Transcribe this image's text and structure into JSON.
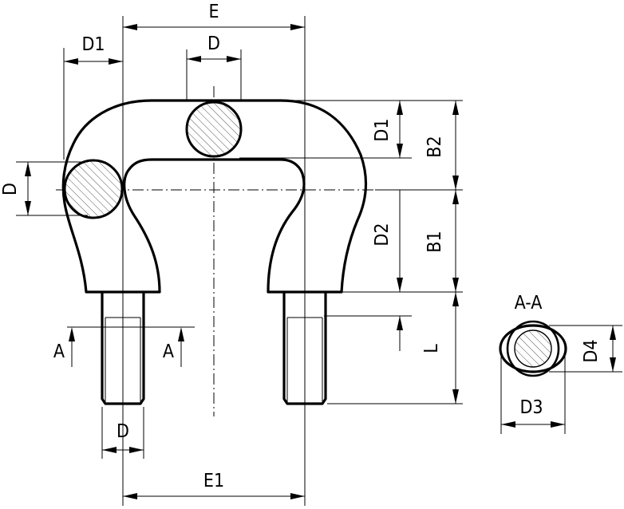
{
  "labels": {
    "E": "E",
    "D1_top": "D1",
    "D_top": "D",
    "D_left": "D",
    "D1_right": "D1",
    "B2": "B2",
    "D2": "D2",
    "B1": "B1",
    "L": "L",
    "A_left": "A",
    "A_right": "A",
    "D_bottom": "D",
    "E1": "E1",
    "section": "A-A",
    "D4": "D4",
    "D3": "D3"
  }
}
